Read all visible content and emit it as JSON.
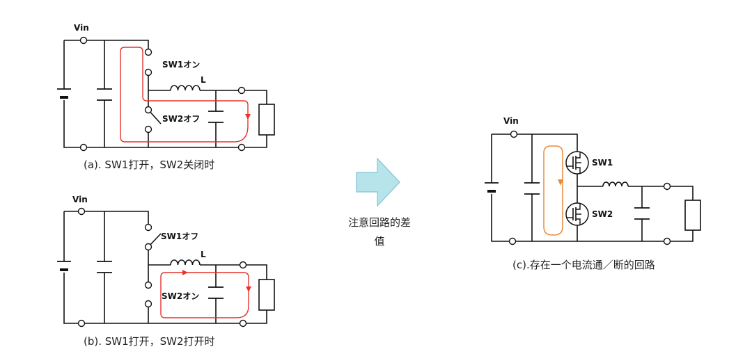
{
  "colors": {
    "wire": "#111111",
    "loop_red": "#e8322b",
    "loop_orange": "#e98a3a",
    "arrow_fill": "#b7e3ea",
    "arrow_stroke": "#86c3cf"
  },
  "circuit_a": {
    "vin": "Vin",
    "sw1": "SW1オン",
    "sw2": "SW2オフ",
    "inductor": "L",
    "caption": "(a). SW1打开，SW2关闭时"
  },
  "circuit_b": {
    "vin": "Vin",
    "sw1": "SW1オフ",
    "sw2": "SW2オン",
    "inductor": "L",
    "caption": "(b). SW1打开，SW2打开时"
  },
  "arrow": {
    "line1": "注意回路的差",
    "line2": "值"
  },
  "circuit_c": {
    "vin": "Vin",
    "sw1": "SW1",
    "sw2": "SW2",
    "caption": "(c).存在一个电流通／断的回路"
  }
}
